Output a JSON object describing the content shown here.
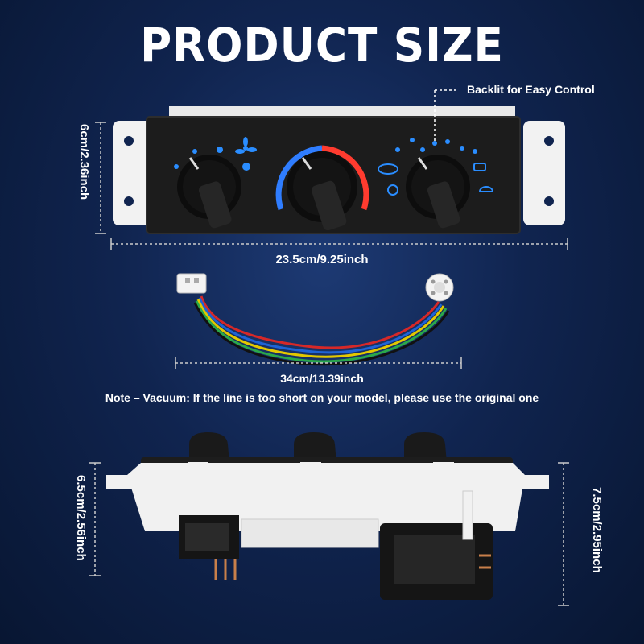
{
  "title": "PRODUCT SIZE",
  "callout": "Backlit for Easy Control",
  "dimensions": {
    "top_height": "6cm/2.36inch",
    "top_width": "23.5cm/9.25inch",
    "cable_length": "34cm/13.39inch",
    "bottom_left_height": "6.5cm/2.56inch",
    "bottom_right_height": "7.5cm/2.95inch"
  },
  "note": "Note – Vacuum: If the line is too short on your model, please use the original one",
  "colors": {
    "background": "#10244f",
    "panel": "#1b1b1b",
    "housing": "#f2f2f2",
    "backlight_blue": "#2a8dff",
    "temp_hot": "#ff3b2f",
    "temp_cold": "#2f7dff"
  },
  "icons": [
    "fan-icon",
    "defrost-icon",
    "rear-defrost-icon",
    "recirculation-icon"
  ]
}
